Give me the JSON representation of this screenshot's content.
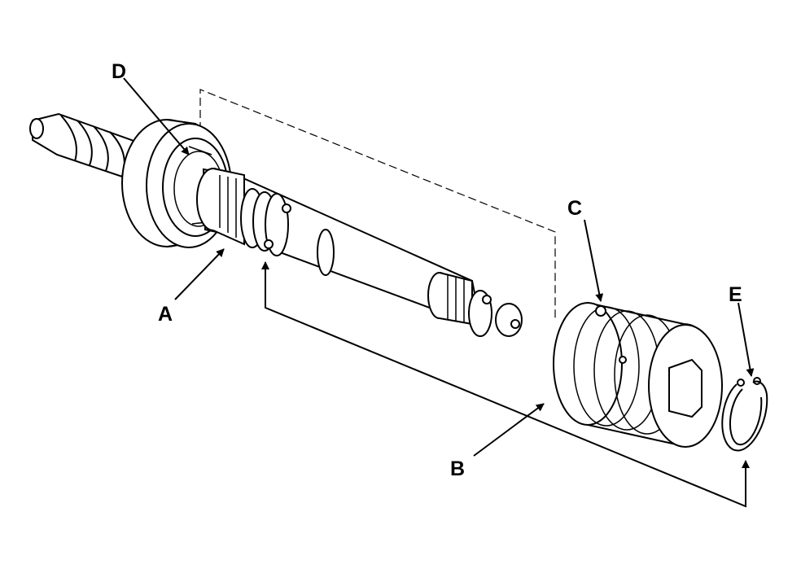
{
  "callouts": {
    "a": "A",
    "b": "B",
    "c": "C",
    "d": "D",
    "e": "E"
  },
  "colors": {
    "ink": "#000000",
    "paper": "#ffffff",
    "shade": "#d9d9d9"
  }
}
